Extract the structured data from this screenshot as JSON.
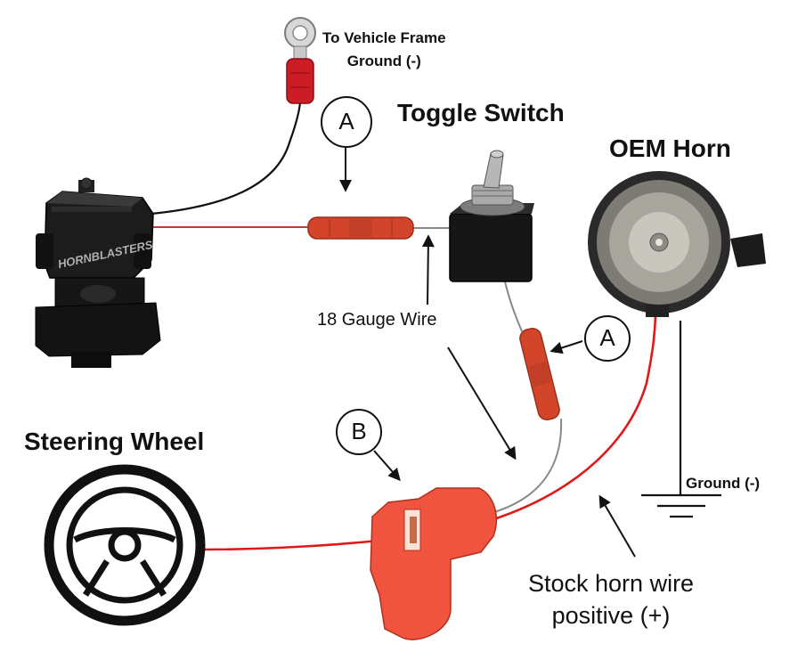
{
  "labels": {
    "ground_frame_line1": "To Vehicle Frame",
    "ground_frame_line2": "Ground (-)",
    "toggle_switch": "Toggle Switch",
    "oem_horn": "OEM Horn",
    "gauge_wire": "18 Gauge Wire",
    "steering_wheel": "Steering Wheel",
    "ground": "Ground (-)",
    "stock_horn_line1": "Stock horn wire",
    "stock_horn_line2": "positive (+)"
  },
  "callouts": {
    "a1": "A",
    "a2": "A",
    "b": "B"
  },
  "brand": "HORNBLASTERS",
  "colors": {
    "red_wire": "#e01818",
    "thin_red": "#c83a3a",
    "gray_wire": "#888888",
    "black_wire": "#111111",
    "connector": "#d2452b",
    "terminal": "#cc1d26",
    "tap": "#f0533e"
  }
}
